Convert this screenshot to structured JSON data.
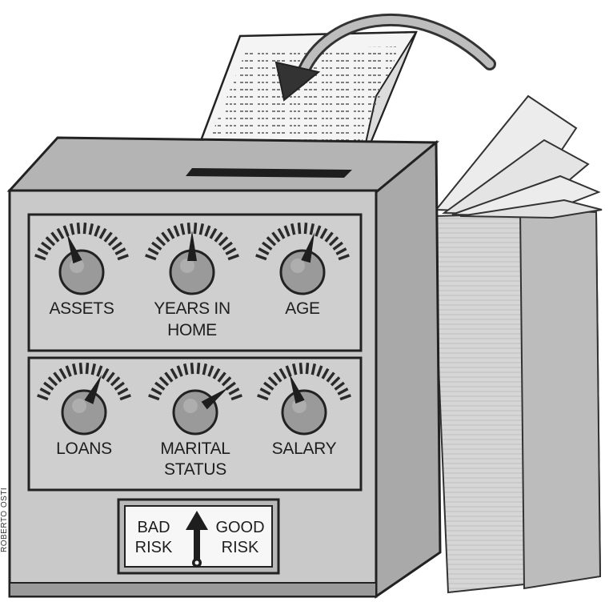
{
  "dials": [
    {
      "label": "ASSETS",
      "label2": "",
      "level": 0.35
    },
    {
      "label": "YEARS IN",
      "label2": "HOME",
      "level": 0.5
    },
    {
      "label": "AGE",
      "label2": "",
      "level": 0.62
    },
    {
      "label": "LOANS",
      "label2": "",
      "level": 0.68
    },
    {
      "label": "MARITAL",
      "label2": "STATUS",
      "level": 0.88
    },
    {
      "label": "SALARY",
      "label2": "",
      "level": 0.35
    }
  ],
  "meter": {
    "left_label_1": "BAD",
    "left_label_2": "RISK",
    "right_label_1": "GOOD",
    "right_label_2": "RISK"
  },
  "credit": "ROBERTO OSTI",
  "colors": {
    "ink": "#1e1e1e",
    "front_panel": "#c9c9c9",
    "side_panel": "#a9a9a9",
    "top_panel": "#b4b4b4",
    "knob": "#9a9a9a",
    "paper": "#f4f4f4"
  }
}
